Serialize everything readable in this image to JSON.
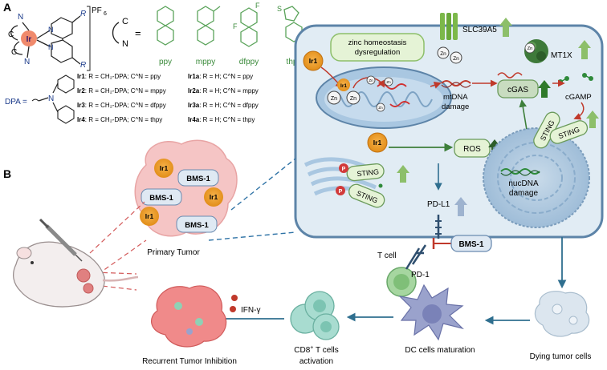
{
  "panels": {
    "a": "A",
    "b": "B"
  },
  "complex": {
    "center": "Ir",
    "c1": "C",
    "c2": "C",
    "n1": "N",
    "n2": "N",
    "r_top": "R",
    "r_bottom": "R",
    "counterion": "PF",
    "counterion_sub": "6"
  },
  "ligand_key": {
    "c": "C",
    "n": "N",
    "equals": "="
  },
  "ligands": [
    {
      "name": "ppy"
    },
    {
      "name": "mppy"
    },
    {
      "name": "dfppy",
      "f1": "F",
      "f2": "F"
    },
    {
      "name": "thpy",
      "s": "S"
    }
  ],
  "dpa": {
    "label": "DPA =",
    "n": "N"
  },
  "compound_list": [
    {
      "id": "Ir1",
      "desc": ": R = CH₂-DPA; C^N = ppy",
      "id2": "Ir1a",
      "desc2": ": R = H; C^N = ppy"
    },
    {
      "id": "Ir2",
      "desc": ": R = CH₂-DPA; C^N = mppy",
      "id2": "Ir2a",
      "desc2": ": R = H; C^N = mppy"
    },
    {
      "id": "Ir3",
      "desc": ": R = CH₂-DPA; C^N = dfppy",
      "id2": "Ir3a",
      "desc2": ": R = H; C^N = dfppy"
    },
    {
      "id": "Ir4",
      "desc": ": R = CH₂-DPA; C^N = thpy",
      "id2": "Ir4a",
      "desc2": ": R = H; C^N = thpy"
    }
  ],
  "cell": {
    "zinc_label": [
      "zinc homeostasis",
      "dysregulation"
    ],
    "slc": "SLC39A5",
    "mt1x": "MT1X",
    "zn": "Zn",
    "ir1": "Ir1",
    "mtdna": [
      "mtDNA",
      "damage"
    ],
    "cgas": "cGAS",
    "cgamp": "cGAMP",
    "ros": "ROS",
    "sting": "STING",
    "nucdna": [
      "nucDNA",
      "damage"
    ],
    "pdl1": "PD-L1",
    "p": "P"
  },
  "tcell": {
    "label": "T cell",
    "pd1": "PD-1",
    "bms": "BMS-1"
  },
  "tumor": {
    "label": "Primary Tumor",
    "ir1": "Ir1",
    "bms": "BMS-1"
  },
  "flow": {
    "dying": "Dying tumor cells",
    "dc": "DC cells maturation",
    "cd8": [
      "CD8",
      "+",
      " T cells",
      "activation"
    ],
    "ifn": "IFN-γ",
    "recurrent": "Recurrent Tumor Inhibition"
  },
  "colors": {
    "cell_bg": "#e1ecf4",
    "cell_border": "#5d84a8",
    "mito": "#a9c7e1",
    "ir1_orange": "#f2a12b",
    "green_box": "#e5f3d6",
    "green_arrow": "#8dbf6a",
    "dark_green": "#3d7f3a",
    "dash_blue": "#2f73a6"
  }
}
